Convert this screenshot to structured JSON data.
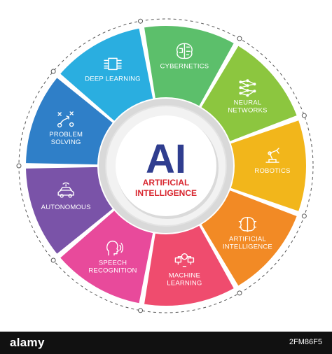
{
  "center": {
    "title": "AI",
    "subtitle_line1": "ARTIFICIAL",
    "subtitle_line2": "INTELLIGENCE",
    "title_color": "#2f3d8f",
    "subtitle_color": "#d8262f"
  },
  "segments": [
    {
      "id": "robotics",
      "lines": [
        "ROBOTICS"
      ],
      "color": "#f2b61b",
      "icon": "robot-arm-icon"
    },
    {
      "id": "artificial-intelligence",
      "lines": [
        "ARTIFICIAL",
        "INTELLIGENCE"
      ],
      "color": "#f28a25",
      "icon": "brain-chip-icon"
    },
    {
      "id": "machine-learning",
      "lines": [
        "MACHINE",
        "LEARNING"
      ],
      "color": "#ef4c6e",
      "icon": "computers-brain-icon"
    },
    {
      "id": "speech-recognition",
      "lines": [
        "SPEECH",
        "RECOGNITION"
      ],
      "color": "#e84a9b",
      "icon": "speaking-head-icon"
    },
    {
      "id": "autonomous",
      "lines": [
        "AUTONOMOUS"
      ],
      "color": "#7a53a8",
      "icon": "autonomous-car-icon"
    },
    {
      "id": "problem-solving",
      "lines": [
        "PROBLEM",
        "SOLVING"
      ],
      "color": "#2f7fc8",
      "icon": "strategy-play-icon"
    },
    {
      "id": "deep-learning",
      "lines": [
        "DEEP LEARNING"
      ],
      "color": "#2aaee0",
      "icon": "neural-chip-icon"
    },
    {
      "id": "cybernetics",
      "lines": [
        "CYBERNETICS"
      ],
      "color": "#5cbf6b",
      "icon": "circuit-brain-icon"
    },
    {
      "id": "neural-networks",
      "lines": [
        "NEURAL",
        "NETWORKS"
      ],
      "color": "#8cc63f",
      "icon": "neural-network-icon"
    }
  ],
  "footer": {
    "logo": "alamy",
    "image_id": "2FM86F5",
    "background": "#111111"
  }
}
